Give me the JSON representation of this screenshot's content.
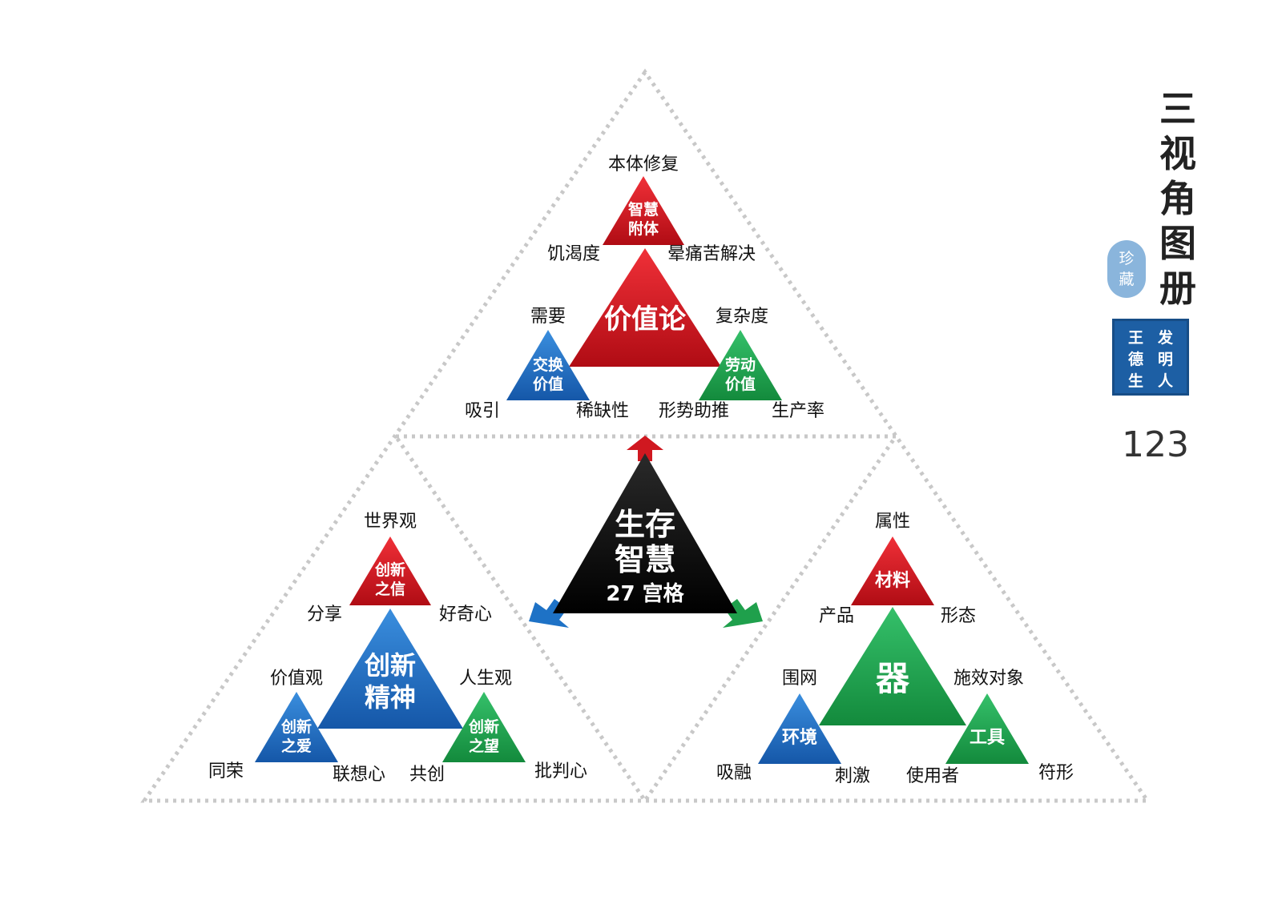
{
  "colors": {
    "red": "#d01820",
    "blue": "#1e72c6",
    "green": "#1fa04c",
    "black": "#000000",
    "dotted": "#c8c8c8"
  },
  "center": {
    "line1": "生存",
    "line2": "智慧",
    "line3": "27 宫格"
  },
  "top": {
    "main": "价值论",
    "sub_top": [
      "智慧",
      "附体"
    ],
    "sub_left": [
      "交换",
      "价值"
    ],
    "sub_right": [
      "劳动",
      "价值"
    ],
    "labels": {
      "apex": "本体修复",
      "upper_left": "饥渴度",
      "upper_right": "晕痛苦解决",
      "mid_left": "需要",
      "mid_right": "复杂度",
      "bottom_1": "吸引",
      "bottom_2": "稀缺性",
      "bottom_3": "形势助推",
      "bottom_4": "生产率"
    }
  },
  "left": {
    "main": [
      "创新",
      "精神"
    ],
    "sub_top": [
      "创新",
      "之信"
    ],
    "sub_left": [
      "创新",
      "之爱"
    ],
    "sub_right": [
      "创新",
      "之望"
    ],
    "labels": {
      "apex": "世界观",
      "upper_left": "分享",
      "upper_right": "好奇心",
      "mid_left": "价值观",
      "mid_right": "人生观",
      "bottom_1": "同荣",
      "bottom_2": "联想心",
      "bottom_3": "共创",
      "bottom_4": "批判心"
    }
  },
  "right": {
    "main": "器",
    "sub_top": "材料",
    "sub_left": "环境",
    "sub_right": "工具",
    "labels": {
      "apex": "属性",
      "upper_left": "产品",
      "upper_right": "形态",
      "mid_left": "围网",
      "mid_right": "施效对象",
      "bottom_1": "吸融",
      "bottom_2": "刺激",
      "bottom_3": "使用者",
      "bottom_4": "符形"
    }
  },
  "sidebar": {
    "title_chars": [
      "三",
      "视",
      "角",
      "图",
      "册"
    ],
    "seal_round": [
      "珍",
      "藏"
    ],
    "seal_square": [
      "王",
      "发",
      "德",
      "明",
      "生",
      "人"
    ],
    "page_number": "123"
  }
}
